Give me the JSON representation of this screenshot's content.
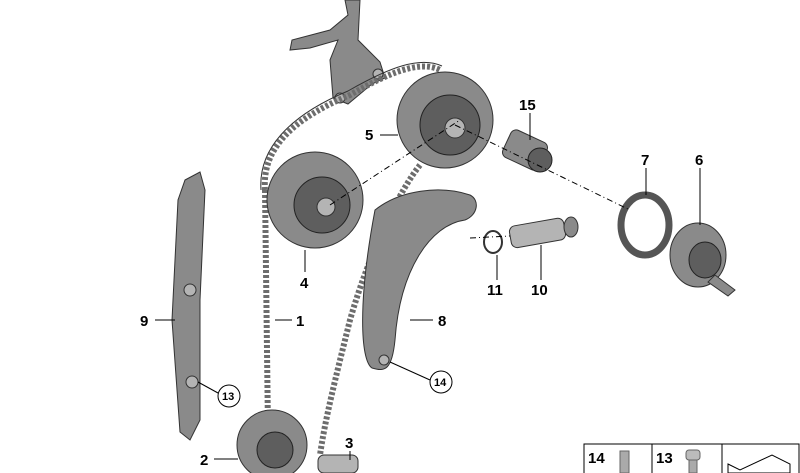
{
  "callouts": [
    "1",
    "2",
    "3",
    "4",
    "5",
    "6",
    "7",
    "8",
    "9",
    "10",
    "11",
    "13",
    "14",
    "15"
  ],
  "circled_callouts": {
    "bolt_13": "13",
    "bolt_14": "14"
  },
  "legend": {
    "items": [
      "14",
      "13"
    ]
  }
}
